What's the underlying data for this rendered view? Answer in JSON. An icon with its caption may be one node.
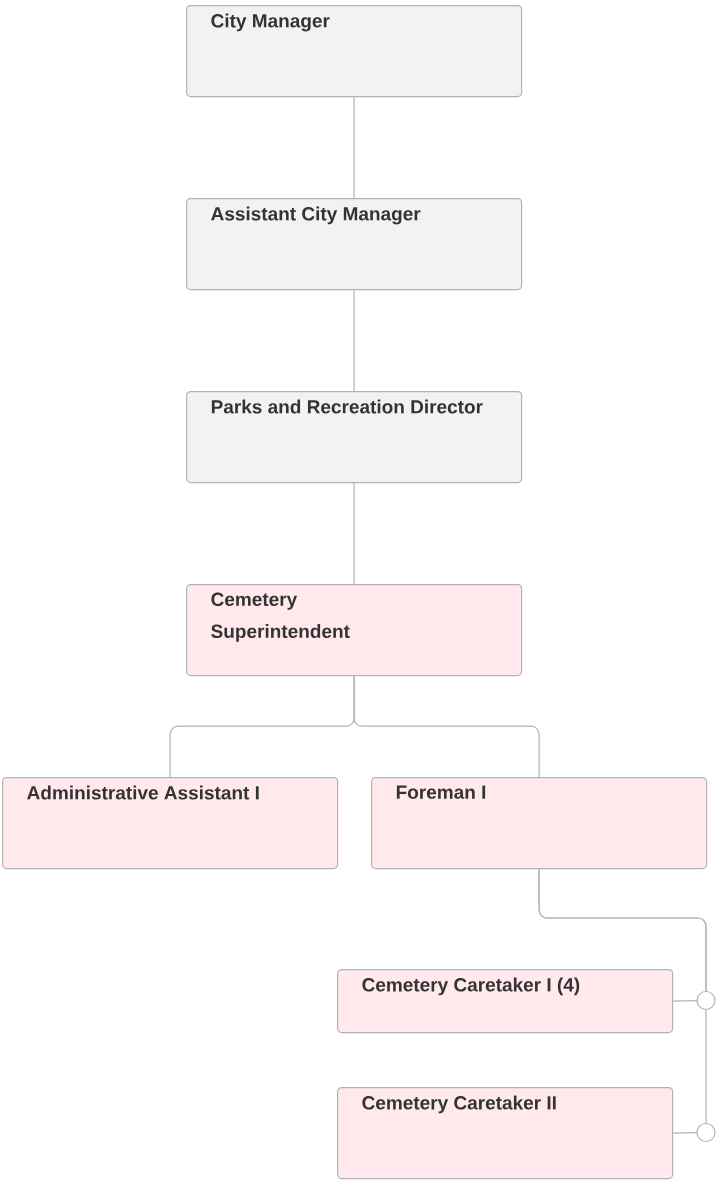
{
  "diagram": {
    "nodes": [
      {
        "text": [
          "City Manager"
        ]
      },
      {
        "text": [
          "Assistant City Manager"
        ]
      },
      {
        "text": [
          "Parks and Recreation Director"
        ]
      },
      {
        "text": [
          "Cemetery Superintendent"
        ]
      },
      {
        "text": [
          "Administrative Assistant I"
        ]
      },
      {
        "text": [
          "Foreman I"
        ]
      },
      {
        "text": [
          "Cemetery Caretaker I (4)"
        ]
      },
      {
        "text": [
          "Cemetery Caretaker II"
        ]
      }
    ],
    "edges": [
      {
        "from": 0,
        "to": 1,
        "arrow": "none"
      },
      {
        "from": 1,
        "to": 2,
        "arrow": "none"
      },
      {
        "from": 2,
        "to": 3,
        "arrow": "none"
      },
      {
        "from": 3,
        "to": 4,
        "arrow": "none"
      },
      {
        "from": 3,
        "to": 5,
        "arrow": "none"
      },
      {
        "from": 5,
        "to": 6,
        "arrow": "none"
      },
      {
        "from": 5,
        "to": 7,
        "arrow": "none"
      }
    ]
  }
}
